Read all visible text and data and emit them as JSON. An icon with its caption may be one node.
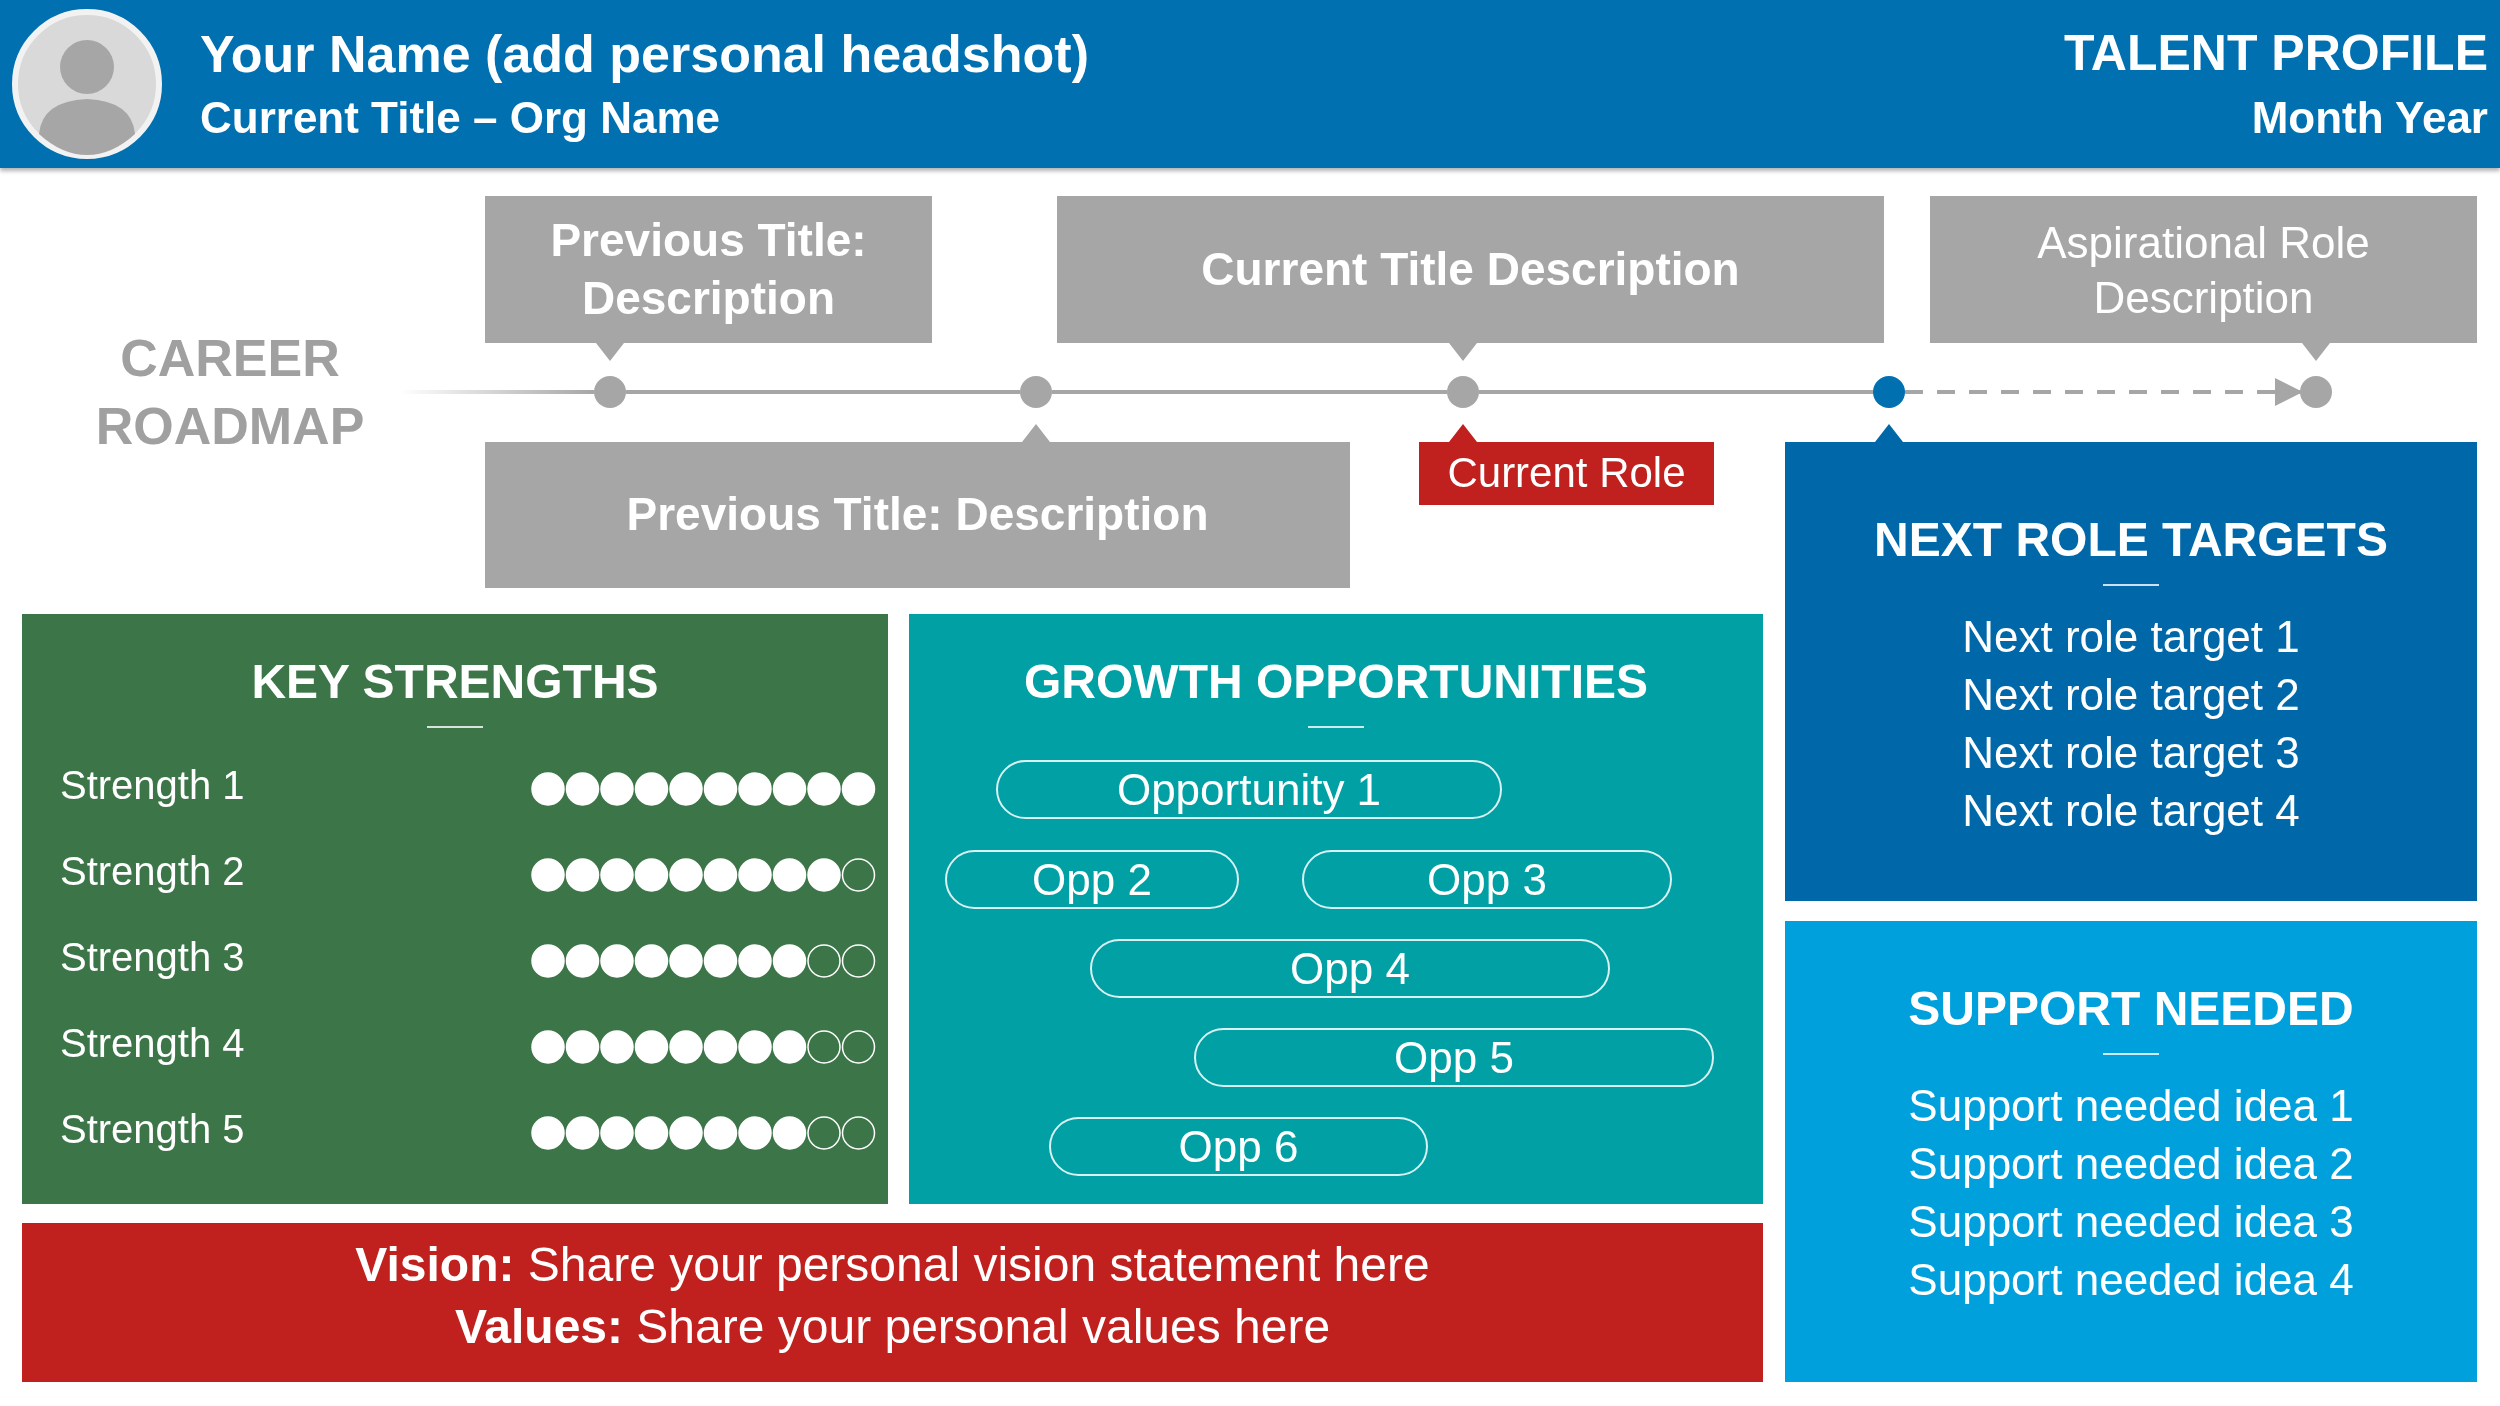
{
  "diagram": {
    "nodes": [
      {
        "text": [
          "Your Name (add personal headshot)",
          "Current Title – Org Name",
          "TALENT PROFILE",
          "Month Year"
        ]
      },
      {
        "text": [
          "Previous Title: Description"
        ]
      },
      {
        "text": [
          "Current Title Description"
        ]
      },
      {
        "text": [
          "Aspirational Role Description"
        ]
      },
      {
        "text": [],
        "shape": "circle"
      },
      {
        "text": [],
        "shape": "circle"
      },
      {
        "text": [],
        "shape": "circle"
      },
      {
        "text": [],
        "shape": "circle"
      },
      {
        "text": [],
        "shape": "circle"
      },
      {
        "text": [
          "Previous Title: Description"
        ]
      },
      {
        "text": [
          "Current Role"
        ]
      },
      {
        "text": [
          "NEXT ROLE TARGETS",
          "Next role target 1",
          "Next role target 2",
          "Next role target 3",
          "Next role target 4"
        ]
      },
      {
        "text": [
          "KEY STRENGTHS"
        ]
      },
      {
        "text": [
          "GROWTH OPPORTUNITIES"
        ]
      },
      {
        "text": [
          "Opportunity 1"
        ],
        "in": 13
      },
      {
        "text": [
          "Opp 2"
        ],
        "in": 13
      },
      {
        "text": [
          "Opp 3"
        ],
        "in": 13
      },
      {
        "text": [
          "Opp 4"
        ],
        "in": 13
      },
      {
        "text": [
          "Opp 5"
        ],
        "in": 13
      },
      {
        "text": [
          "Opp 6"
        ],
        "in": 13
      },
      {
        "text": [
          "SUPPORT NEEDED",
          "Support needed idea 1",
          "Support needed idea 2",
          "Support needed idea 3",
          "Support needed idea 4"
        ]
      },
      {
        "text": [
          "**Vision:** Share your personal vision statement here",
          "**Values:** Share your personal values here"
        ]
      }
    ],
    "edges": [
      {
        "from": null,
        "to": 4,
        "arrow": "none"
      },
      {
        "from": 4,
        "to": 5,
        "arrow": "none"
      },
      {
        "from": 5,
        "to": 6,
        "arrow": "none"
      },
      {
        "from": 6,
        "to": 7,
        "arrow": "none"
      },
      {
        "from": 7,
        "to": 8,
        "arrow": "to",
        "style": "dashed"
      }
    ],
    "labels": [
      "CAREER ROADMAP",
      "Strength 1",
      "Strength 2",
      "Strength 3",
      "Strength 4",
      "Strength 5"
    ]
  }
}
